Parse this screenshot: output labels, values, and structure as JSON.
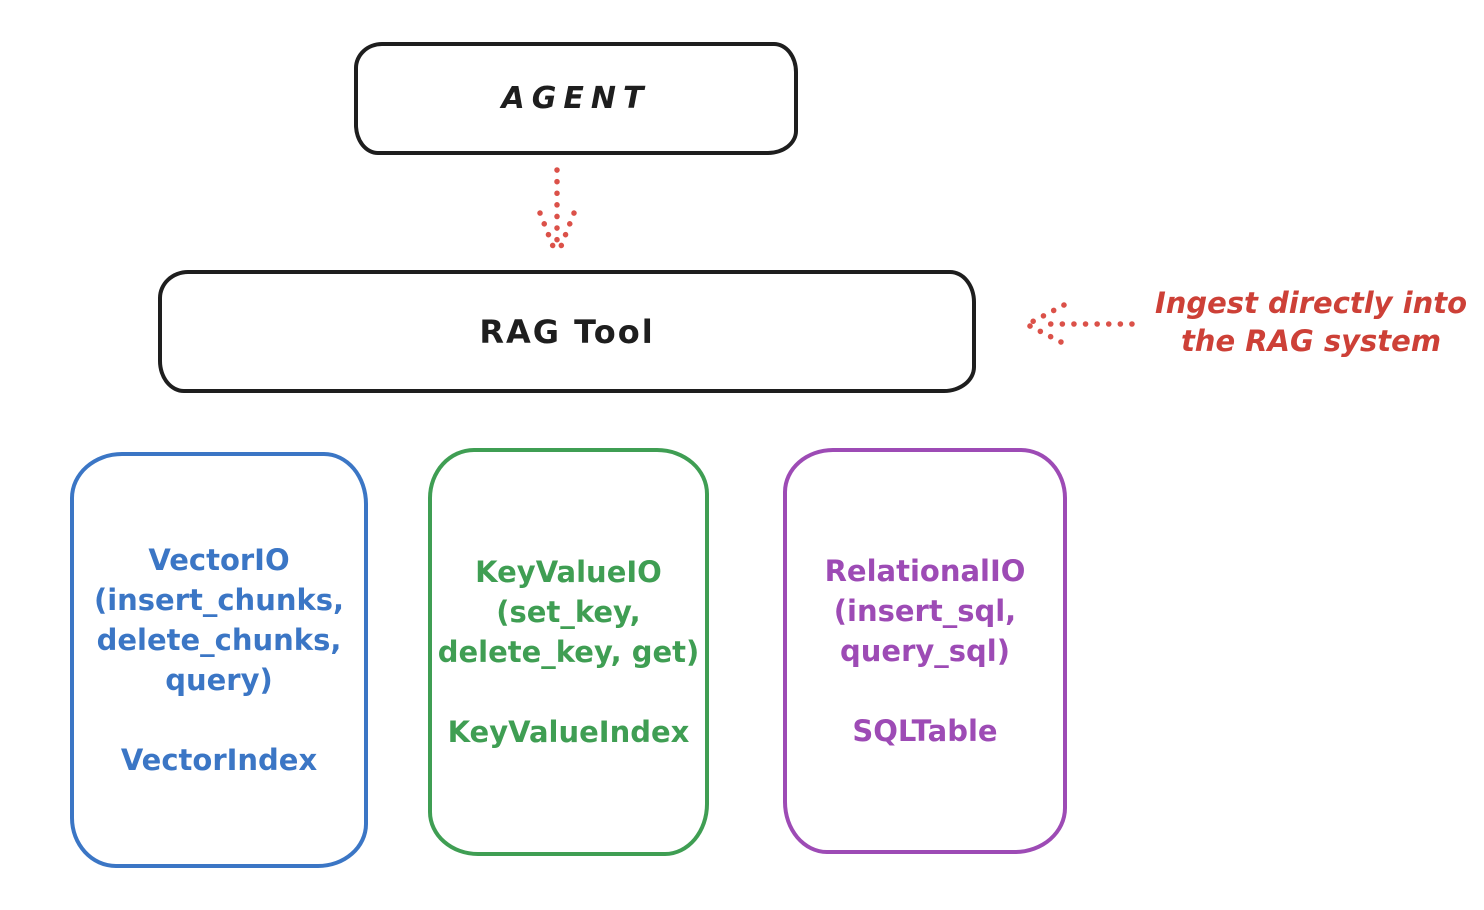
{
  "colors": {
    "ink": "#1e1e1e",
    "arrow_red": "#db5149",
    "annotation_red": "#cd4037",
    "vector_blue": "#3b76c5",
    "keyvalue_green": "#3f9e53",
    "relational_purple": "#9d4bb5",
    "background": "#ffffff"
  },
  "agent_box": {
    "label": "AGENT"
  },
  "rag_box": {
    "label": "RAG Tool"
  },
  "annotation": {
    "line1": "Ingest directly into",
    "line2": "the RAG system"
  },
  "arrows": {
    "agent_to_rag": "dotted-down-arrow",
    "annotation_to_rag": "dotted-left-arrow"
  },
  "storage_boxes": [
    {
      "name": "vector-io",
      "lines": [
        "VectorIO",
        "(insert_chunks,",
        "delete_chunks,",
        "query)"
      ],
      "index_label": "VectorIndex"
    },
    {
      "name": "keyvalue-io",
      "lines": [
        "KeyValueIO",
        "(set_key,",
        "delete_key, get)"
      ],
      "index_label": "KeyValueIndex"
    },
    {
      "name": "relational-io",
      "lines": [
        "RelationalIO",
        "(insert_sql,",
        "query_sql)"
      ],
      "index_label": "SQLTable"
    }
  ]
}
